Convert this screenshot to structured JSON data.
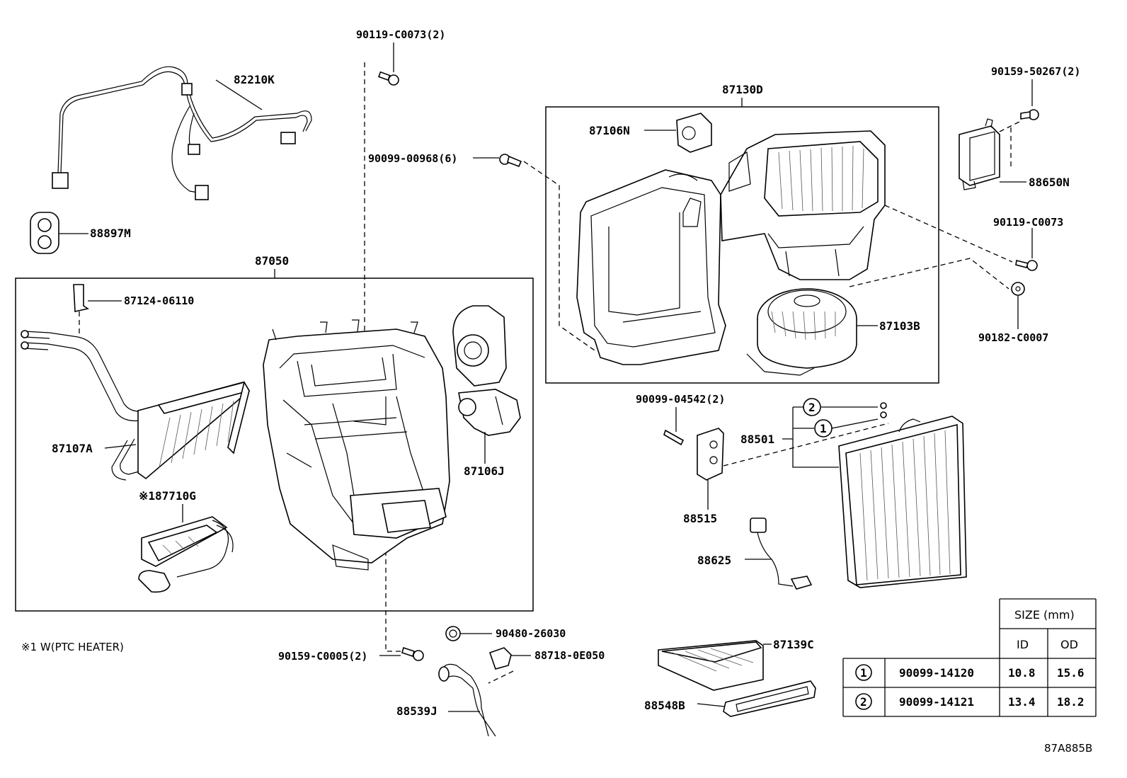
{
  "labels": {
    "p90119c0073_2": "90119-C0073(2)",
    "p82210k": "82210K",
    "p87130d": "87130D",
    "p90159_50267": "90159-50267(2)",
    "p87106n": "87106N",
    "p90099_00968": "90099-00968(6)",
    "p88650n": "88650N",
    "p88897m": "88897M",
    "p90119c0073": "90119-C0073",
    "p87050": "87050",
    "p87124": "87124-06110",
    "p87103b": "87103B",
    "p90182": "90182-C0007",
    "p90099_04542": "90099-04542(2)",
    "p88501": "88501",
    "p87107a": "87107A",
    "p87106j": "87106J",
    "p87710g": "※187710G",
    "p88515": "88515",
    "p88625": "88625",
    "p90480": "90480-26030",
    "p90159c0005": "90159-C0005(2)",
    "p88718": "88718-0E050",
    "p87139c": "87139C",
    "p88548b": "88548B",
    "p88539j": "88539J",
    "callout1": "1",
    "callout2": "2"
  },
  "note": "※1 W(PTC HEATER)",
  "figure_id": "87A885B",
  "size_table": {
    "title": "SIZE (mm)",
    "col_id": "ID",
    "col_od": "OD",
    "rows": [
      {
        "mark": "1",
        "part": "90099-14120",
        "id": "10.8",
        "od": "15.6"
      },
      {
        "mark": "2",
        "part": "90099-14121",
        "id": "13.4",
        "od": "18.2"
      }
    ]
  }
}
